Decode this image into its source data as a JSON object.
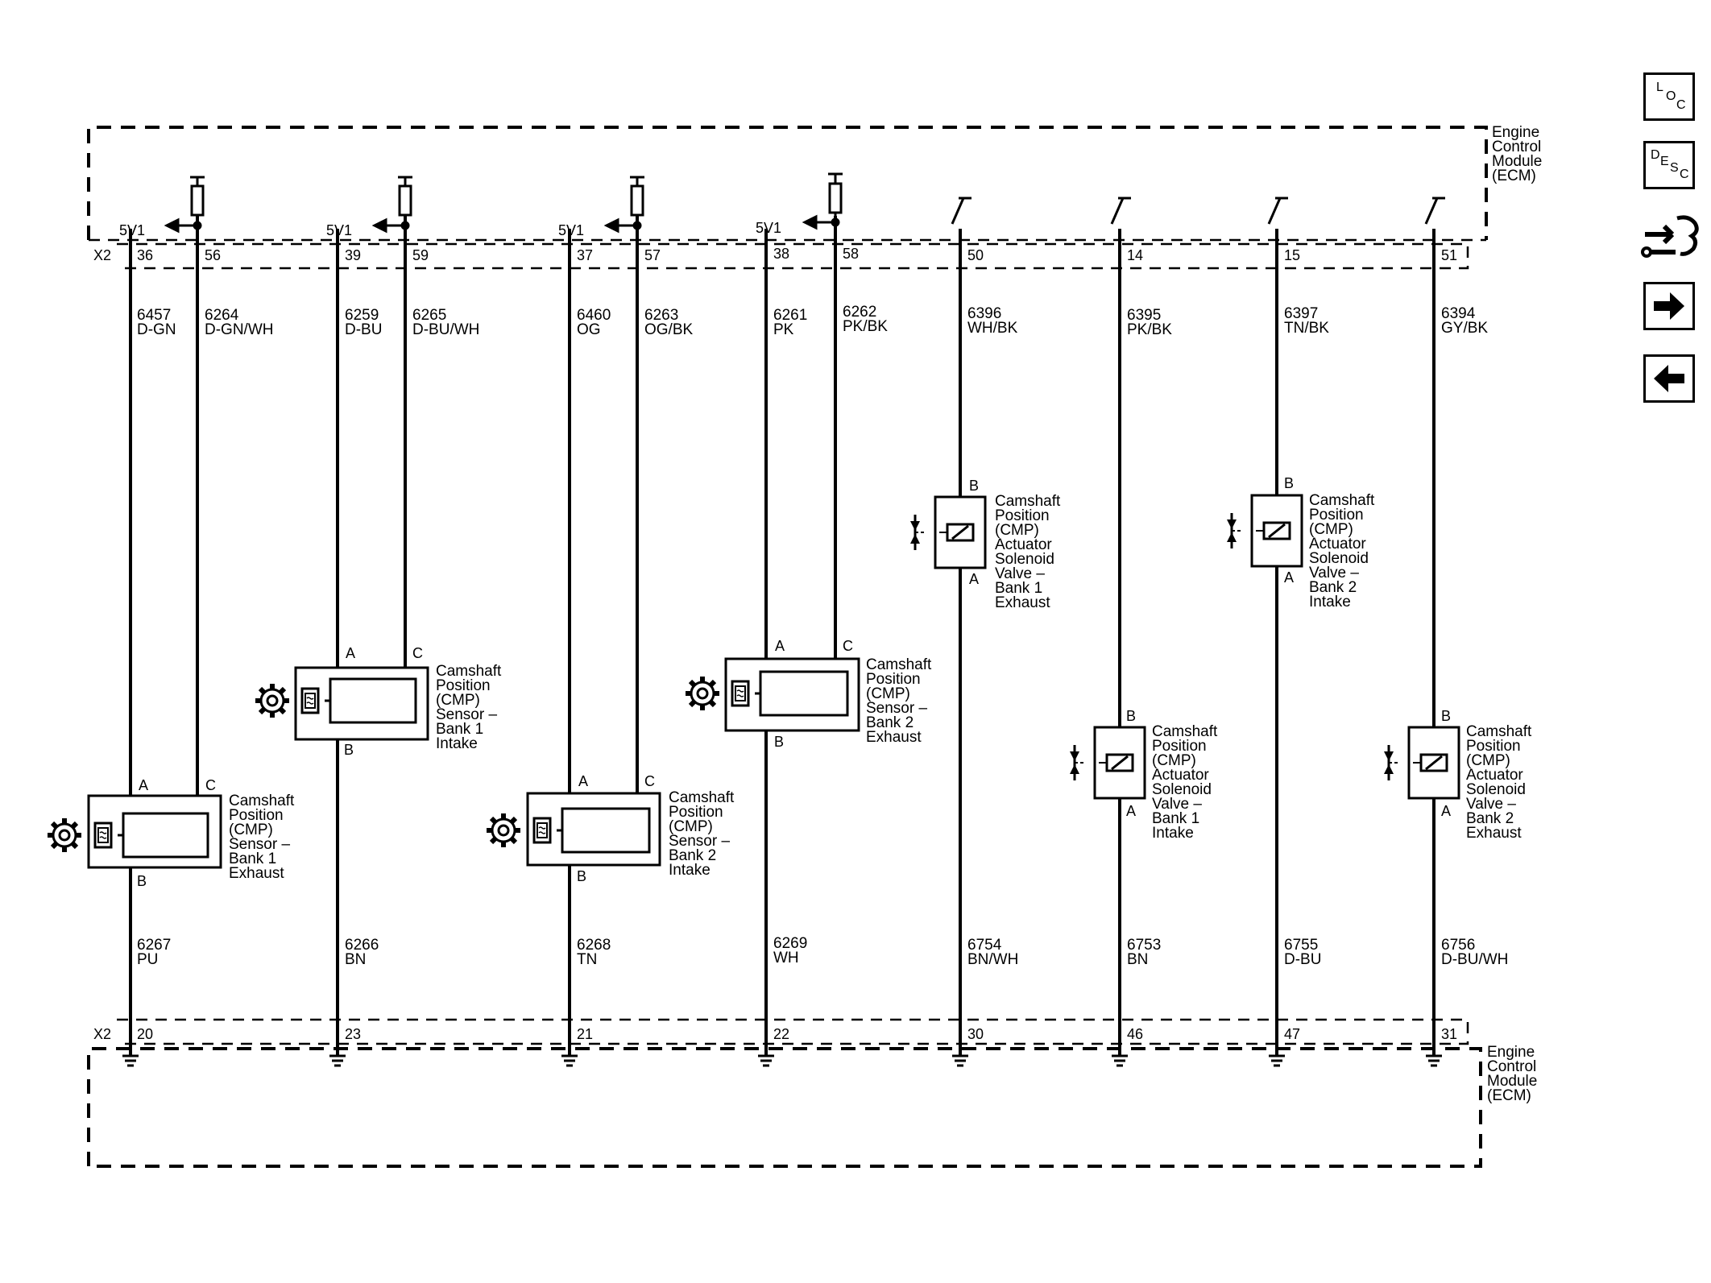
{
  "ecm": {
    "name": "Engine Control Module (ECM)",
    "lines": [
      "Engine",
      "Control",
      "Module",
      "(ECM)"
    ]
  },
  "connectors": {
    "top": "X2",
    "bottom": "X2"
  },
  "supply_label": "5V1",
  "top_circuits": [
    {
      "pin": "36",
      "circuit": "6457",
      "color": "D-GN"
    },
    {
      "pin": "56",
      "circuit": "6264",
      "color": "D-GN/WH"
    },
    {
      "pin": "39",
      "circuit": "6259",
      "color": "D-BU"
    },
    {
      "pin": "59",
      "circuit": "6265",
      "color": "D-BU/WH"
    },
    {
      "pin": "37",
      "circuit": "6460",
      "color": "OG"
    },
    {
      "pin": "57",
      "circuit": "6263",
      "color": "OG/BK"
    },
    {
      "pin": "38",
      "circuit": "6261",
      "color": "PK"
    },
    {
      "pin": "58",
      "circuit": "6262",
      "color": "PK/BK"
    },
    {
      "pin": "50",
      "circuit": "6396",
      "color": "WH/BK"
    },
    {
      "pin": "14",
      "circuit": "6395",
      "color": "PK/BK"
    },
    {
      "pin": "15",
      "circuit": "6397",
      "color": "TN/BK"
    },
    {
      "pin": "51",
      "circuit": "6394",
      "color": "GY/BK"
    }
  ],
  "bottom_circuits": [
    {
      "pin": "20",
      "circuit": "6267",
      "color": "PU"
    },
    {
      "pin": "23",
      "circuit": "6266",
      "color": "BN"
    },
    {
      "pin": "21",
      "circuit": "6268",
      "color": "TN"
    },
    {
      "pin": "22",
      "circuit": "6269",
      "color": "WH"
    },
    {
      "pin": "30",
      "circuit": "6754",
      "color": "BN/WH"
    },
    {
      "pin": "46",
      "circuit": "6753",
      "color": "BN"
    },
    {
      "pin": "47",
      "circuit": "6755",
      "color": "D-BU"
    },
    {
      "pin": "31",
      "circuit": "6756",
      "color": "D-BU/WH"
    }
  ],
  "sensors": [
    {
      "lines": [
        "Camshaft",
        "Position",
        "(CMP)",
        "Sensor –",
        "Bank 1",
        "Exhaust"
      ],
      "pins": [
        "A",
        "C",
        "B"
      ]
    },
    {
      "lines": [
        "Camshaft",
        "Position",
        "(CMP)",
        "Sensor –",
        "Bank 1",
        "Intake"
      ],
      "pins": [
        "A",
        "C",
        "B"
      ]
    },
    {
      "lines": [
        "Camshaft",
        "Position",
        "(CMP)",
        "Sensor –",
        "Bank 2",
        "Intake"
      ],
      "pins": [
        "A",
        "C",
        "B"
      ]
    },
    {
      "lines": [
        "Camshaft",
        "Position",
        "(CMP)",
        "Sensor –",
        "Bank 2",
        "Exhaust"
      ],
      "pins": [
        "A",
        "C",
        "B"
      ]
    }
  ],
  "solenoids": [
    {
      "lines": [
        "Camshaft",
        "Position",
        "(CMP)",
        "Actuator",
        "Solenoid",
        "Valve –",
        "Bank 1",
        "Exhaust"
      ],
      "pins": [
        "B",
        "A"
      ]
    },
    {
      "lines": [
        "Camshaft",
        "Position",
        "(CMP)",
        "Actuator",
        "Solenoid",
        "Valve –",
        "Bank 1",
        "Intake"
      ],
      "pins": [
        "B",
        "A"
      ]
    },
    {
      "lines": [
        "Camshaft",
        "Position",
        "(CMP)",
        "Actuator",
        "Solenoid",
        "Valve –",
        "Bank 2",
        "Intake"
      ],
      "pins": [
        "B",
        "A"
      ]
    },
    {
      "lines": [
        "Camshaft",
        "Position",
        "(CMP)",
        "Actuator",
        "Solenoid",
        "Valve –",
        "Bank 2",
        "Exhaust"
      ],
      "pins": [
        "B",
        "A"
      ]
    }
  ],
  "nav": {
    "loc": {
      "a": "L",
      "b": "O",
      "c": "C",
      "icon": "loc-icon"
    },
    "desc": {
      "a": "D",
      "b": "E",
      "c": "S",
      "d": "C",
      "icon": "desc-icon"
    },
    "tool": {
      "icon": "connector-tool-icon"
    },
    "next": {
      "icon": "arrow-right-icon"
    },
    "prev": {
      "icon": "arrow-left-icon"
    }
  }
}
